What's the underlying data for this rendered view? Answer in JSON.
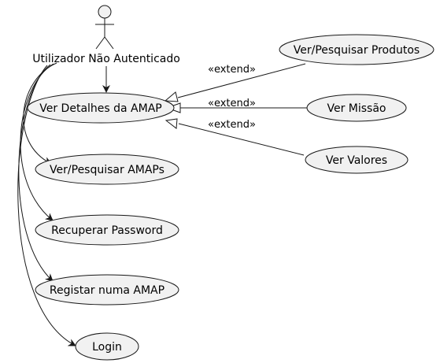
{
  "actor": {
    "name": "Utilizador Não Autenticado"
  },
  "use_cases": [
    {
      "id": "ver-detalhes-amap",
      "label": "Ver Detalhes da AMAP"
    },
    {
      "id": "ver-pesquisar-amaps",
      "label": "Ver/Pesquisar AMAPs"
    },
    {
      "id": "recuperar-password",
      "label": "Recuperar Password"
    },
    {
      "id": "registar-numa-amap",
      "label": "Registar numa AMAP"
    },
    {
      "id": "login",
      "label": "Login"
    },
    {
      "id": "ver-pesquisar-produtos",
      "label": "Ver/Pesquisar Produtos"
    },
    {
      "id": "ver-missao",
      "label": "Ver Missão"
    },
    {
      "id": "ver-valores",
      "label": "Ver Valores"
    }
  ],
  "extend_labels": [
    "«extend»",
    "«extend»",
    "«extend»"
  ],
  "colors": {
    "ellipse_fill": "#f1f1f1",
    "stroke": "#181818"
  }
}
